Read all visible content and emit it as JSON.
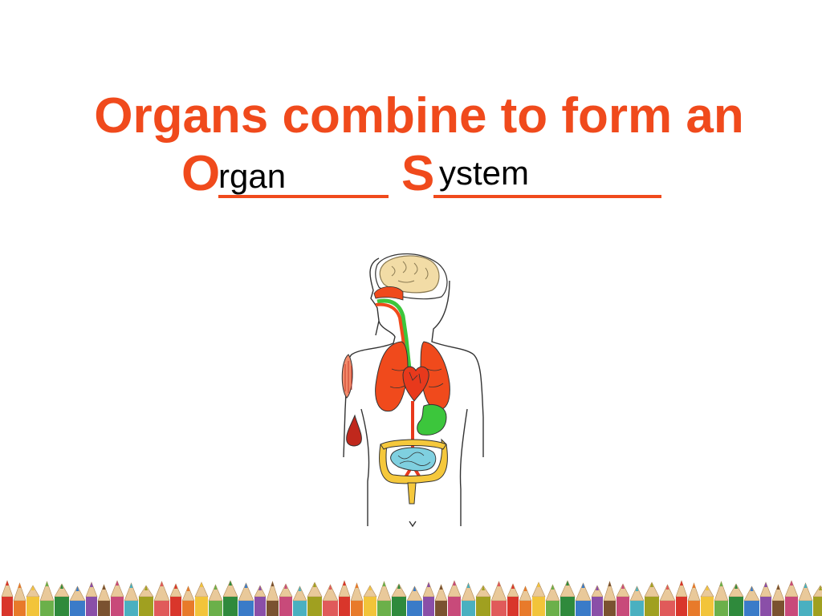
{
  "slide": {
    "title_line_1": "Organs combine to form an",
    "blank_1_letter": "O",
    "blank_1_answer": "rgan",
    "blank_2_letter": "S",
    "blank_2_answer": "ystem"
  },
  "colors": {
    "title": "#f04a1c",
    "answer_text": "#000000",
    "lungs": "#f04a1c",
    "brain": "#f2dca6",
    "stomach": "#3cc63c",
    "small_intestine": "#7fd0e0",
    "large_intestine": "#f5c83c",
    "blood": "#c0281c"
  }
}
